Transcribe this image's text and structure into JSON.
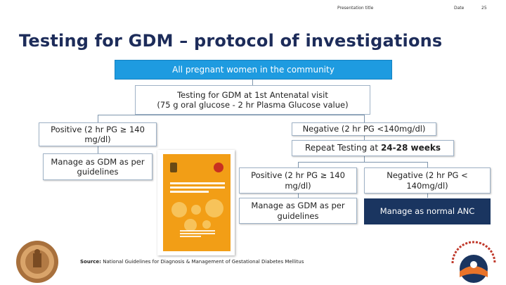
{
  "header": {
    "presentation_title": "Presentation title",
    "date": "Date",
    "page_number": "25"
  },
  "slide_title": "Testing for GDM – protocol of investigations",
  "flow": {
    "top": "All pregnant women in the community",
    "first_test_line1": "Testing for GDM at 1st Antenatal visit",
    "first_test_line2": "(75 g oral glucose - 2 hr Plasma Glucose value)",
    "positive_first": "Positive (2 hr PG ≥ 140 mg/dl)",
    "negative_first": "Negative (2 hr PG <140mg/dl)",
    "manage_gdm_first_part1": "Manage as GDM",
    "manage_gdm_first_part2": "as per guidelines",
    "repeat_testing_prefix": "Repeat Testing at",
    "repeat_testing_weeks": "24-28 weeks",
    "positive_second": "Positive (2 hr PG ≥ 140 mg/dl)",
    "negative_second": "Negative (2 hr PG < 140mg/dl)",
    "manage_gdm_second_part1": "Manage as GDM",
    "manage_gdm_second_part2": "as per guidelines",
    "manage_normal": "Manage as normal ANC"
  },
  "source": {
    "label": "Source:",
    "text": "National Guidelines for Diagnosis & Management of Gestational Diabetes Mellitus"
  },
  "colors": {
    "title": "#1d2c5a",
    "top_box": "#1e9be0",
    "navy_box": "#1a3560",
    "booklet": "#f29e16",
    "connector": "#7f96ad"
  }
}
